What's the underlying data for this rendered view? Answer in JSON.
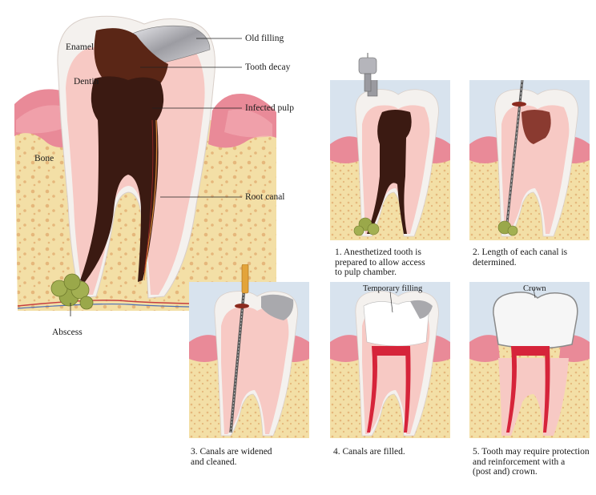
{
  "main_labels": {
    "enamel": "Enamel",
    "dentin": "Dentin",
    "bone": "Bone",
    "abscess": "Abscess",
    "old_filling": "Old filling",
    "tooth_decay": "Tooth decay",
    "infected_pulp": "Infected pulp",
    "root_canal": "Root canal"
  },
  "steps": [
    {
      "lines": [
        "1. Anesthetized tooth is",
        "prepared to allow access",
        "to pulp chamber."
      ]
    },
    {
      "lines": [
        "2. Length of each canal is",
        "determined."
      ]
    },
    {
      "lines": [
        "3. Canals are widened",
        "and cleaned."
      ]
    },
    {
      "lines": [
        "4. Canals are filled."
      ]
    },
    {
      "lines": [
        "5. Tooth may require protection",
        "and reinforcement with a",
        "(post and) crown."
      ]
    }
  ],
  "panel_labels": {
    "temporary_filling": "Temporary filling",
    "crown": "Crown"
  },
  "colors": {
    "bone": "#f3dfa6",
    "gum": "#e98a98",
    "dentin": "#f7c9c4",
    "enamel": "#f4f1ee",
    "pulp": "#3b1a12",
    "filling": "#a9a9ad",
    "abscess": "#9aa84a",
    "panel_bg": "#d8e3ee",
    "filled_canal": "#d6243a"
  }
}
